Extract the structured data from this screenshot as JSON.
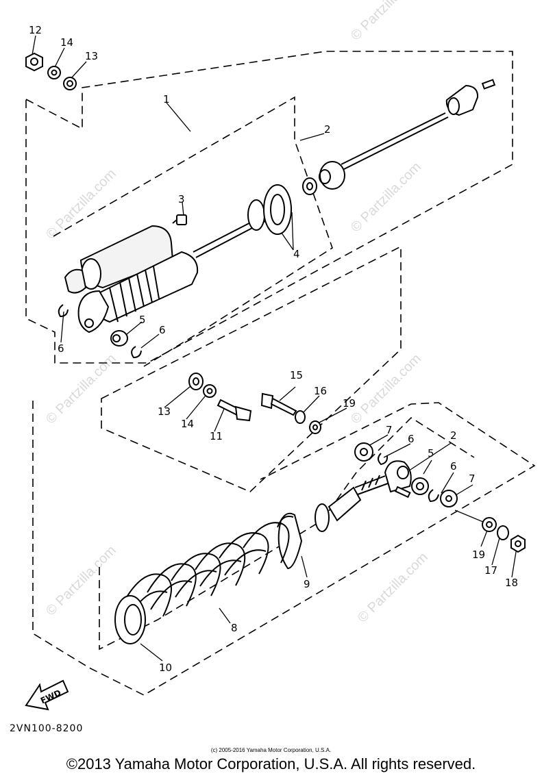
{
  "watermark": "© Partzilla.com",
  "fwd_label": "FWD",
  "diagram_code": "2VN100-8200",
  "small_copyright": "(c) 2005-2016 Yamaha Motor Corporation, U.S.A.",
  "copyright": "©2013 Yamaha Motor Corporation, U.S.A. All rights reserved.",
  "callouts": {
    "c1": "1",
    "c2a": "2",
    "c2b": "2",
    "c3": "3",
    "c4": "4",
    "c5a": "5",
    "c5b": "5",
    "c6a": "6",
    "c6b": "6",
    "c6c": "6",
    "c6d": "6",
    "c7a": "7",
    "c7b": "7",
    "c8": "8",
    "c9": "9",
    "c10": "10",
    "c11": "11",
    "c12": "12",
    "c13a": "13",
    "c13b": "13",
    "c14a": "14",
    "c14b": "14",
    "c15": "15",
    "c16": "16",
    "c17": "17",
    "c18": "18",
    "c19a": "19",
    "c19b": "19"
  }
}
